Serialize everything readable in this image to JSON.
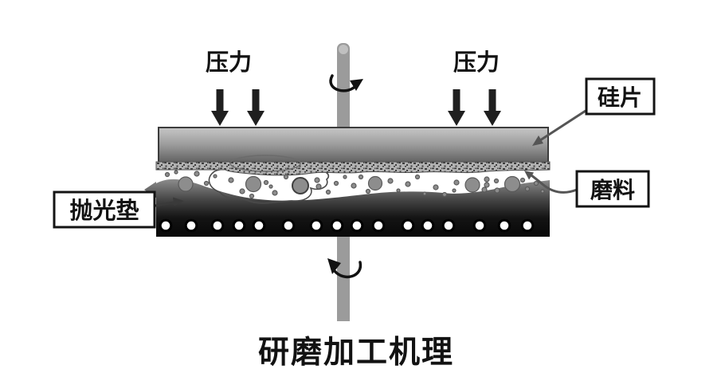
{
  "diagram": {
    "caption": "研磨加工机理",
    "pressure_left": "压力",
    "pressure_right": "压力",
    "callouts": {
      "wafer": "硅片",
      "abrasive": "磨料",
      "pad": "抛光垫"
    },
    "colors": {
      "background": "#ffffff",
      "ink": "#121212",
      "pressure_arrow": "#1f1f1f",
      "rotation_arrow": "#121212",
      "spindle": "#9b9b9b",
      "spindle_cap": "#c0c0c0",
      "plate_top": "#c6c6c6",
      "plate_mid": "#9f9f9f",
      "plate_bottom": "#5e5e5e",
      "plate_outline": "#3c3c3c",
      "stipple_base": "#b3b3b3",
      "stipple_dot": "#3d3d3d",
      "pad_top": "#8f8f8f",
      "pad_mid": "#474747",
      "pad_dark": "#141414",
      "pad_band": "#0a0a0a",
      "hole_fill": "#ffffff",
      "hole_ring": "#000000",
      "particle_fill": "#8d8d8d",
      "particle_stroke": "#5a5a5a",
      "leader": "#555555",
      "box_border": "#141414",
      "box_fill": "#ffffff"
    }
  }
}
